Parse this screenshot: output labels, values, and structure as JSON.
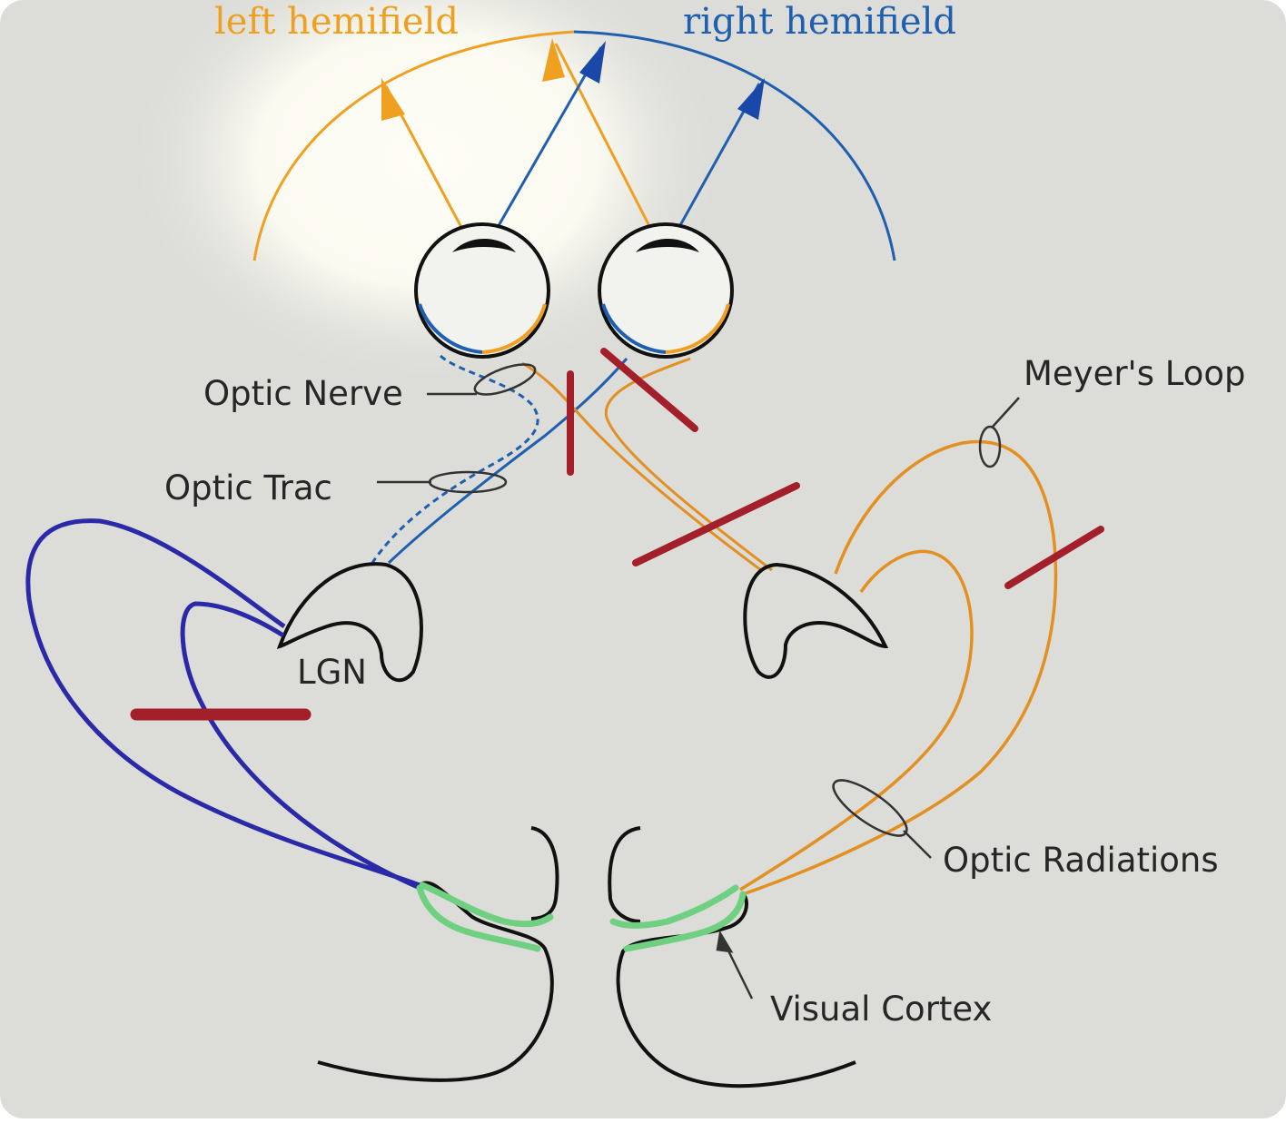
{
  "labels": {
    "left_hemifield": "left hemifield",
    "right_hemifield": "right hemifield",
    "optic_nerve": "Optic Nerve",
    "optic_tract": "Optic Trac",
    "lgn": "LGN",
    "meyers_loop": "Meyer's Loop",
    "optic_radiations": "Optic Radiations",
    "visual_cortex": "Visual Cortex"
  },
  "colors": {
    "background": "#dcdcd8",
    "glow": "#fbfaf2",
    "left_field": "#f0a020",
    "right_field": "#1f5fb0",
    "left_pathway": "#2a2aa8",
    "lesion": "#a3202a",
    "cortex_highlight": "#6ed080",
    "outline": "#1a1a1a"
  },
  "icons": [
    "left-eye-icon",
    "right-eye-icon"
  ]
}
